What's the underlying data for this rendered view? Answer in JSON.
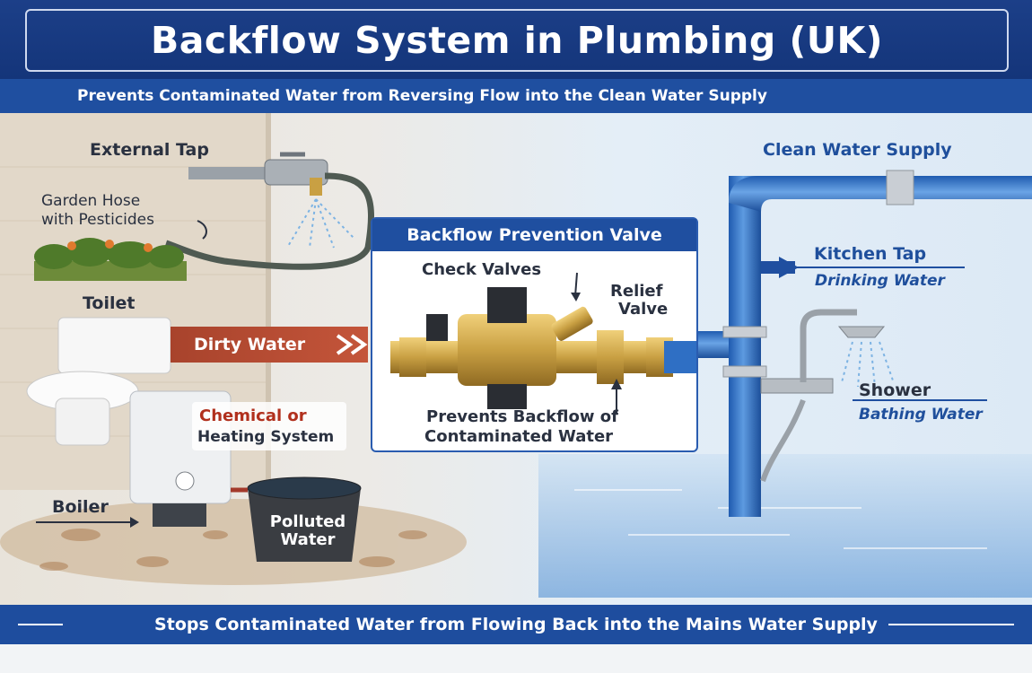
{
  "title": "Backflow System in Plumbing (UK)",
  "subtitle": "Prevents Contaminated Water from Reversing Flow into the Clean Water Supply",
  "footer": "Stops Contaminated Water from Flowing Back into the Mains Water Supply",
  "left_labels": {
    "external_tap": "External Tap",
    "garden_hose_1": "Garden Hose",
    "garden_hose_2": "with Pesticides",
    "toilet": "Toilet",
    "dirty_water": "Dirty Water",
    "chemical_1": "Chemical or",
    "chemical_2": "Heating System",
    "boiler": "Boiler",
    "polluted_1": "Polluted",
    "polluted_2": "Water"
  },
  "valve_panel": {
    "header": "Backflow Prevention Valve",
    "check_valves": "Check Valves",
    "relief_1": "Relief",
    "relief_2": "Valve",
    "prevents_1": "Prevents Backflow of",
    "prevents_2": "Contaminated Water"
  },
  "right_labels": {
    "clean_supply": "Clean Water Supply",
    "kitchen_tap": "Kitchen Tap",
    "drinking_water": "Drinking Water",
    "shower": "Shower",
    "bathing_water": "Bathing Water"
  },
  "colors": {
    "banner": "#1c3f88",
    "subbar": "#1f4fa0",
    "pipe_blue": "#2f6fc4",
    "brass": "#c9a043",
    "dirty_red": "#b4492f"
  }
}
